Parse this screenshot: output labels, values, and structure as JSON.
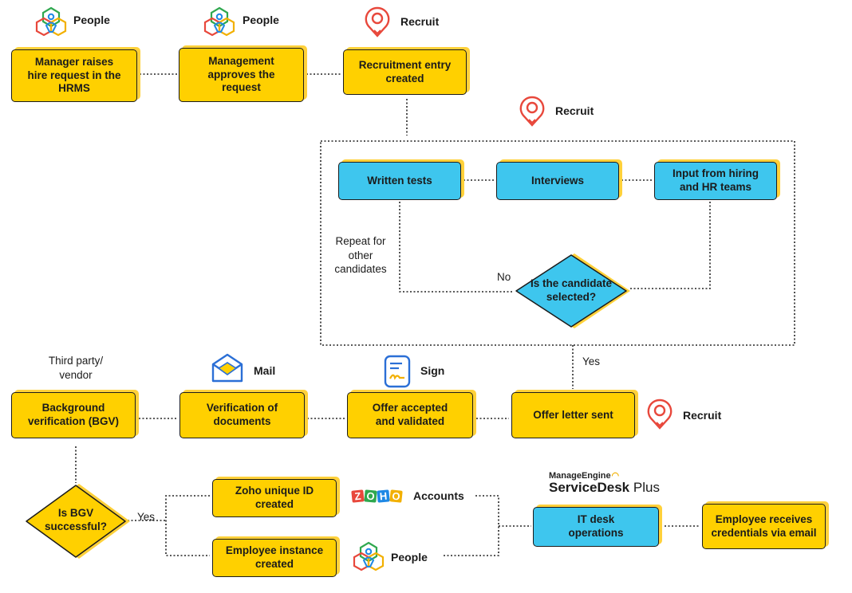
{
  "colors": {
    "task": "#ffd000",
    "recruit_task": "#3ec6ee",
    "shadow": "#ffd13a",
    "recruit_icon": "#e8483c"
  },
  "apps": {
    "people_1": "People",
    "people_2": "People",
    "recruit_1": "Recruit",
    "recruit_2": "Recruit",
    "recruit_3": "Recruit",
    "mail": "Mail",
    "sign": "Sign",
    "accounts": "Accounts",
    "people_3": "People",
    "me_brand": "ManageEngine",
    "me_product": "ServiceDesk",
    "me_plus": "Plus",
    "third_party": "Third party/\nvendor"
  },
  "steps": {
    "hire_request": "Manager raises\nhire request in the\nHRMS",
    "mgmt_approves": "Management\napproves the\nrequest",
    "recruit_entry": "Recruitment entry\ncreated",
    "written_tests": "Written tests",
    "interviews": "Interviews",
    "input_teams": "Input from hiring\nand HR teams",
    "offer_letter": "Offer letter sent",
    "offer_accepted": "Offer accepted\nand validated",
    "verification": "Verification of\ndocuments",
    "bgv": "Background\nverification (BGV)",
    "zoho_id": "Zoho unique ID\ncreated",
    "employee_instance": "Employee instance\ncreated",
    "it_desk": "IT desk\noperations",
    "credentials": "Employee receives\ncredentials via email"
  },
  "decisions": {
    "candidate_selected": "Is the candidate\nselected?",
    "bgv_successful": "Is BGV\nsuccessful?"
  },
  "edge_labels": {
    "no": "No",
    "yes_selected": "Yes",
    "yes_bgv": "Yes",
    "repeat": "Repeat for\nother\ncandidates"
  },
  "icons": {
    "people": "people-hexagon-icon",
    "recruit": "recruit-pin-icon",
    "mail": "mail-envelope-icon",
    "sign": "sign-document-icon",
    "zoho": "zoho-logo-icon"
  }
}
